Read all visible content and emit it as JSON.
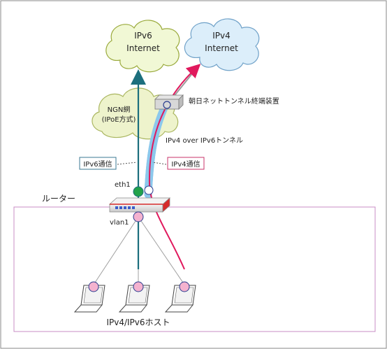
{
  "clouds": {
    "ipv6_internet": {
      "line1": "IPv6",
      "line2": "Internet"
    },
    "ipv4_internet": {
      "line1": "IPv4",
      "line2": "Internet"
    },
    "ngn": {
      "line1": "NGN網",
      "line2": "(IPoE方式)"
    }
  },
  "labels": {
    "tunnel_device": "朝日ネットトンネル終端装置",
    "tunnel": "IPv4 over IPv6トンネル",
    "ipv6_comm": "IPv6通信",
    "ipv4_comm": "IPv4通信",
    "eth1": "eth1",
    "vlan1": "vlan1",
    "router": "ルーター",
    "hosts": "IPv4/IPv6ホスト"
  },
  "colors": {
    "ipv6_cloud_fill": "#f1f8d5",
    "ipv6_cloud_stroke": "#9aaa3c",
    "ipv4_cloud_fill": "#dceefa",
    "ipv4_cloud_stroke": "#6fa1c8",
    "ngn_fill": "#eef3cc",
    "ngn_stroke": "#aab660",
    "ipv6_line": "#1c6f7d",
    "ipv4_arrow": "#e0195d",
    "tunnel_fill": "#8cc8ec",
    "eth1_dot": "#22a24a",
    "host_dot": "#f4b2cf",
    "lan_box_stroke": "#c98cc4",
    "ipv4_label_border": "#c8336a",
    "ipv6_label_border": "#3b7a93"
  },
  "icons": {
    "router": "router-icon",
    "tunnel_device": "tunnel-device-icon",
    "host": "laptop-icon"
  }
}
